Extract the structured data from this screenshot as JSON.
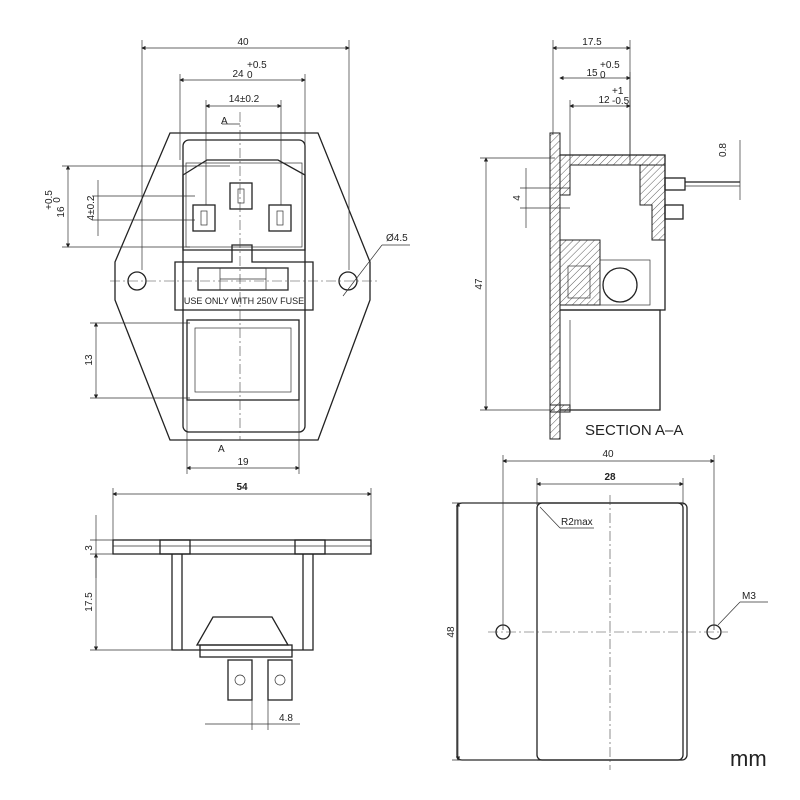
{
  "front_view": {
    "dim_width": "40",
    "dim_inner_width": "24",
    "dim_inner_width_tol": "+0.5",
    "dim_inner_width_tol_low": "0",
    "dim_pin_spacing": "14±0.2",
    "dim_height_16": "16",
    "dim_height_16_tol": "+0.5",
    "dim_height_16_tol_low": "0",
    "dim_pin_4": "4±0.2",
    "dim_hole": "Ø4.5",
    "dim_switch_13": "13",
    "dim_switch_19": "19",
    "section_mark_top": "A",
    "section_mark_bottom": "A",
    "fuse_label": "USE ONLY WITH 250V FUSE"
  },
  "section_view": {
    "dim_17": "17.5",
    "dim_15": "15",
    "dim_15_tol": "+0.5",
    "dim_15_tol_low": "0",
    "dim_12": "12",
    "dim_12_tol": "+1",
    "dim_12_tol_low": "-0.5",
    "dim_08": "0.8",
    "dim_4": "4",
    "dim_47": "47",
    "title": "SECTION A–A"
  },
  "bottom_view": {
    "dim_54": "54",
    "dim_3": "3",
    "dim_17_5": "17.5",
    "dim_4_8": "4.8"
  },
  "cutout_view": {
    "dim_40": "40",
    "dim_28": "28",
    "dim_48": "48",
    "radius_label": "R2max",
    "hole_label": "M3"
  },
  "unit_label": "mm"
}
